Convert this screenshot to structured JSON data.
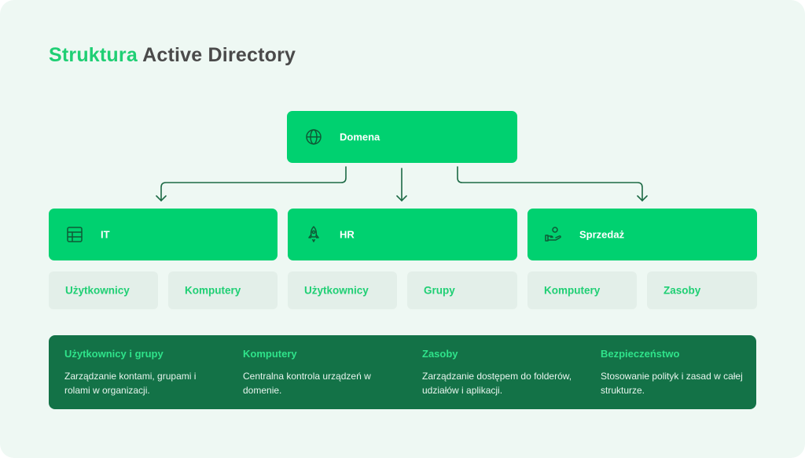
{
  "title": {
    "accent": "Struktura",
    "rest": "Active Directory"
  },
  "root": {
    "label": "Domena",
    "icon": "globe-icon"
  },
  "departments": [
    {
      "label": "IT",
      "icon": "table-icon"
    },
    {
      "label": "HR",
      "icon": "rocket-icon"
    },
    {
      "label": "Sprzedaż",
      "icon": "hand-user-icon"
    }
  ],
  "chips": [
    "Użytkownicy",
    "Komputery",
    "Użytkownicy",
    "Grupy",
    "Komputery",
    "Zasoby"
  ],
  "info": [
    {
      "title": "Użytkownicy i grupy",
      "text": "Zarządzanie kontami, grupami i rolami w organizacji."
    },
    {
      "title": "Komputery",
      "text": "Centralna kontrola urządzeń w domenie."
    },
    {
      "title": "Zasoby",
      "text": "Zarządzanie dostępem do folderów, udziałów i aplikacji."
    },
    {
      "title": "Bezpieczeństwo",
      "text": "Stosowanie polityk i zasad w całej strukturze."
    }
  ],
  "colors": {
    "accent": "#00d170",
    "dark": "#137247",
    "chip_bg": "#e3efe9",
    "background": "#eef8f3"
  }
}
